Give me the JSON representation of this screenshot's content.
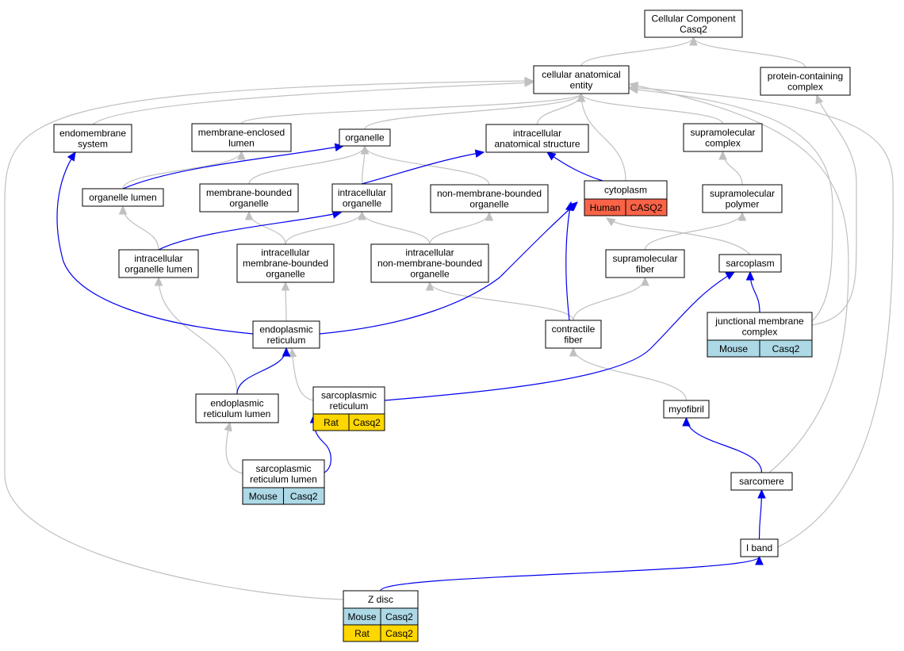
{
  "colors": {
    "edge_gray": "#c0c0c0",
    "edge_blue": "#0000ee",
    "node_fill": "#ffffff",
    "mouse": "#add8e6",
    "rat": "#ffd700",
    "human": "#fa6347"
  },
  "nodes": {
    "root": {
      "lines": [
        "Cellular Component",
        "Casq2"
      ]
    },
    "cae": {
      "lines": [
        "cellular anatomical",
        "entity"
      ]
    },
    "pcc": {
      "lines": [
        "protein-containing",
        "complex"
      ]
    },
    "endo": {
      "lines": [
        "endomembrane",
        "system"
      ]
    },
    "mel": {
      "lines": [
        "membrane-enclosed",
        "lumen"
      ]
    },
    "organelle": {
      "lines": [
        "organelle"
      ]
    },
    "ias": {
      "lines": [
        "intracellular",
        "anatomical structure"
      ]
    },
    "suprac": {
      "lines": [
        "supramolecular",
        "complex"
      ]
    },
    "orglumen": {
      "lines": [
        "organelle lumen"
      ]
    },
    "mbo": {
      "lines": [
        "membrane-bounded",
        "organelle"
      ]
    },
    "io": {
      "lines": [
        "intracellular",
        "organelle"
      ]
    },
    "nmbo": {
      "lines": [
        "non-membrane-bounded",
        "organelle"
      ]
    },
    "cyto": {
      "lines": [
        "cytoplasm"
      ],
      "genes": [
        {
          "species": "Human",
          "gene": "CASQ2",
          "color": "#fa6347"
        }
      ]
    },
    "suprap": {
      "lines": [
        "supramolecular",
        "polymer"
      ]
    },
    "iol": {
      "lines": [
        "intracellular",
        "organelle lumen"
      ]
    },
    "imbo": {
      "lines": [
        "intracellular",
        "membrane-bounded",
        "organelle"
      ]
    },
    "inmbo": {
      "lines": [
        "intracellular",
        "non-membrane-bounded",
        "organelle"
      ]
    },
    "supraf": {
      "lines": [
        "supramolecular",
        "fiber"
      ]
    },
    "sarcoplasm": {
      "lines": [
        "sarcoplasm"
      ]
    },
    "jmc": {
      "lines": [
        "junctional membrane",
        "complex"
      ],
      "genes": [
        {
          "species": "Mouse",
          "gene": "Casq2",
          "color": "#add8e6"
        }
      ]
    },
    "er": {
      "lines": [
        "endoplasmic",
        "reticulum"
      ]
    },
    "cfiber": {
      "lines": [
        "contractile",
        "fiber"
      ]
    },
    "erl": {
      "lines": [
        "endoplasmic",
        "reticulum lumen"
      ]
    },
    "sr": {
      "lines": [
        "sarcoplasmic",
        "reticulum"
      ],
      "genes": [
        {
          "species": "Rat",
          "gene": "Casq2",
          "color": "#ffd700"
        }
      ]
    },
    "myofibril": {
      "lines": [
        "myofibril"
      ]
    },
    "srl": {
      "lines": [
        "sarcoplasmic",
        "reticulum lumen"
      ],
      "genes": [
        {
          "species": "Mouse",
          "gene": "Casq2",
          "color": "#add8e6"
        }
      ]
    },
    "sarcomere": {
      "lines": [
        "sarcomere"
      ]
    },
    "iband": {
      "lines": [
        "I band"
      ]
    },
    "zdisc": {
      "lines": [
        "Z disc"
      ],
      "genes": [
        {
          "species": "Mouse",
          "gene": "Casq2",
          "color": "#add8e6"
        },
        {
          "species": "Rat",
          "gene": "Casq2",
          "color": "#ffd700"
        }
      ]
    }
  },
  "edges": [
    {
      "from": "cae",
      "to": "root",
      "kind": "gray"
    },
    {
      "from": "pcc",
      "to": "root",
      "kind": "gray"
    },
    {
      "from": "endo",
      "to": "cae",
      "kind": "gray"
    },
    {
      "from": "mel",
      "to": "cae",
      "kind": "gray"
    },
    {
      "from": "organelle",
      "to": "cae",
      "kind": "gray"
    },
    {
      "from": "ias",
      "to": "cae",
      "kind": "gray"
    },
    {
      "from": "cyto",
      "to": "cae",
      "kind": "gray"
    },
    {
      "from": "suprac",
      "to": "cae",
      "kind": "gray"
    },
    {
      "from": "orglumen",
      "to": "mel",
      "kind": "gray"
    },
    {
      "from": "mbo",
      "to": "organelle",
      "kind": "gray"
    },
    {
      "from": "io",
      "to": "organelle",
      "kind": "gray"
    },
    {
      "from": "nmbo",
      "to": "organelle",
      "kind": "gray"
    },
    {
      "from": "suprap",
      "to": "suprac",
      "kind": "gray"
    },
    {
      "from": "iol",
      "to": "orglumen",
      "kind": "gray"
    },
    {
      "from": "imbo",
      "to": "mbo",
      "kind": "gray"
    },
    {
      "from": "imbo",
      "to": "io",
      "kind": "gray"
    },
    {
      "from": "inmbo",
      "to": "io",
      "kind": "gray"
    },
    {
      "from": "inmbo",
      "to": "nmbo",
      "kind": "gray"
    },
    {
      "from": "supraf",
      "to": "suprap",
      "kind": "gray"
    },
    {
      "from": "sarcoplasm",
      "to": "cyto",
      "kind": "gray"
    },
    {
      "from": "er",
      "to": "imbo",
      "kind": "gray"
    },
    {
      "from": "cfiber",
      "to": "inmbo",
      "kind": "gray"
    },
    {
      "from": "cfiber",
      "to": "supraf",
      "kind": "gray"
    },
    {
      "from": "erl",
      "to": "iol",
      "kind": "gray"
    },
    {
      "from": "sr",
      "to": "er",
      "kind": "gray"
    },
    {
      "from": "myofibril",
      "to": "cfiber",
      "kind": "gray"
    },
    {
      "from": "srl",
      "to": "erl",
      "kind": "gray"
    },
    {
      "from": "jmc",
      "to": "pcc",
      "kind": "gray"
    },
    {
      "from": "jmc",
      "to": "cae",
      "kind": "gray"
    },
    {
      "from": "sarcomere",
      "to": "cae",
      "kind": "gray"
    },
    {
      "from": "iband",
      "to": "cae",
      "kind": "gray"
    },
    {
      "from": "zdisc",
      "to": "cae",
      "kind": "gray"
    },
    {
      "from": "orglumen",
      "to": "organelle",
      "kind": "blue"
    },
    {
      "from": "io",
      "to": "ias",
      "kind": "blue"
    },
    {
      "from": "cyto",
      "to": "ias",
      "kind": "blue"
    },
    {
      "from": "iol",
      "to": "io",
      "kind": "blue"
    },
    {
      "from": "er",
      "to": "endo",
      "kind": "blue"
    },
    {
      "from": "er",
      "to": "cyto",
      "kind": "blue"
    },
    {
      "from": "cfiber",
      "to": "cyto",
      "kind": "blue"
    },
    {
      "from": "sr",
      "to": "sarcoplasm",
      "kind": "blue"
    },
    {
      "from": "jmc",
      "to": "sarcoplasm",
      "kind": "blue"
    },
    {
      "from": "erl",
      "to": "er",
      "kind": "blue"
    },
    {
      "from": "srl",
      "to": "sr",
      "kind": "blue"
    },
    {
      "from": "sarcomere",
      "to": "myofibril",
      "kind": "blue"
    },
    {
      "from": "iband",
      "to": "sarcomere",
      "kind": "blue"
    },
    {
      "from": "zdisc",
      "to": "iband",
      "kind": "blue"
    }
  ]
}
